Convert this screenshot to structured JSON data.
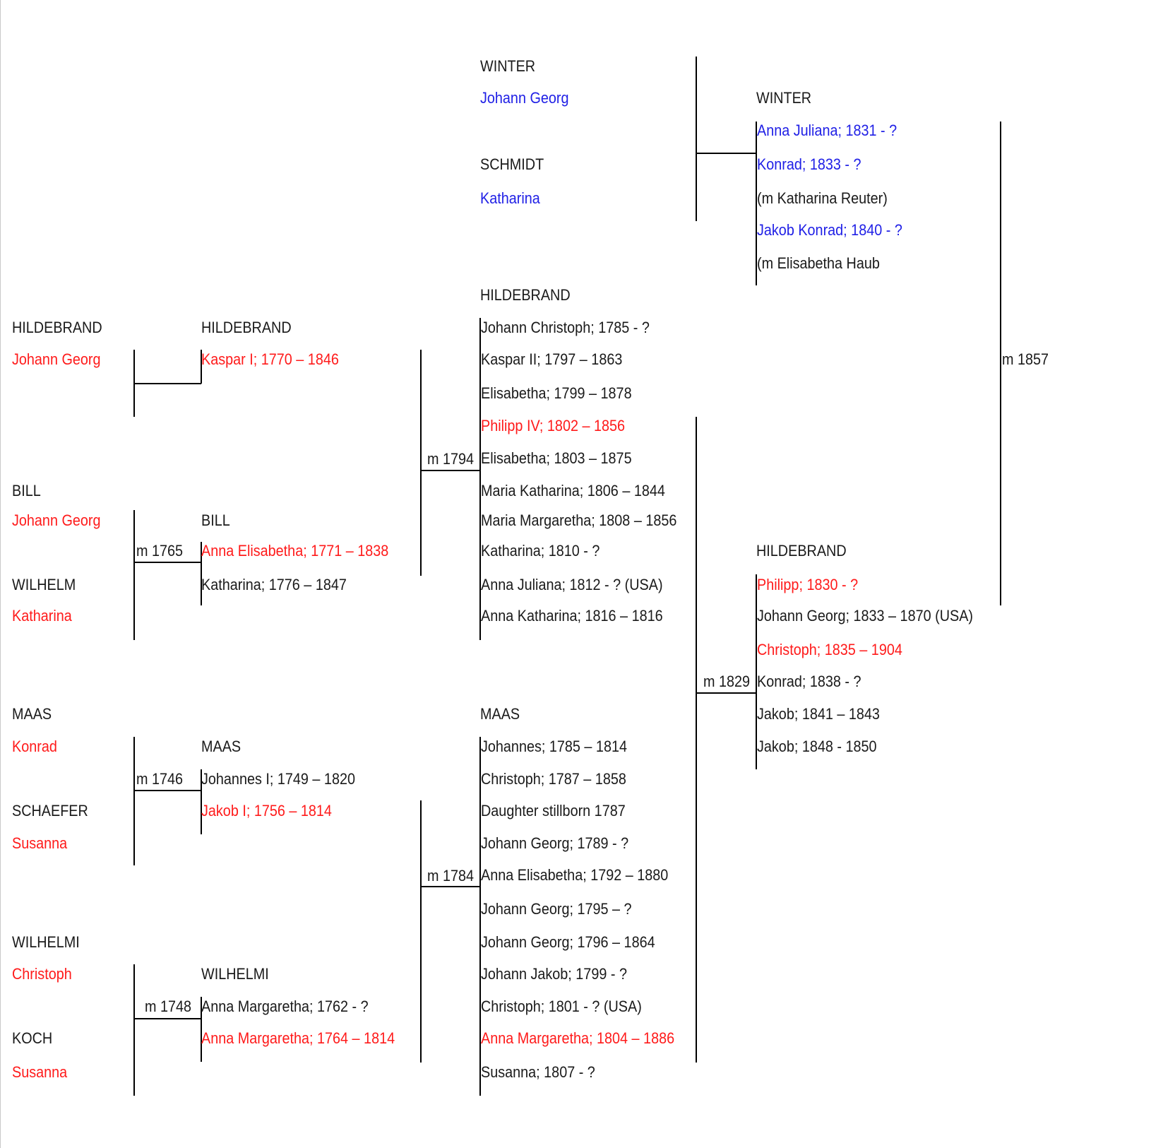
{
  "colors": {
    "text": "#1a1a1a",
    "direct_line": "#ff1a1a",
    "spouse_line": "#2020e6",
    "connector": "#000000"
  },
  "grandparents": {
    "hildebrand": {
      "surname": "HILDEBRAND",
      "given": "Johann Georg"
    },
    "bill": {
      "surname": "BILL",
      "given": "Johann Georg"
    },
    "wilhelm": {
      "surname": "WILHELM",
      "given": "Katharina"
    },
    "maas": {
      "surname": "MAAS",
      "given": "Konrad"
    },
    "schaefer": {
      "surname": "SCHAEFER",
      "given": "Susanna"
    },
    "wilhelmi": {
      "surname": "WILHELMI",
      "given": "Christoph"
    },
    "koch": {
      "surname": "KOCH",
      "given": "Susanna"
    }
  },
  "marriages": {
    "m1765": "m 1765",
    "m1746": "m 1746",
    "m1748": "m 1748",
    "m1794": "m 1794",
    "m1784": "m 1784",
    "m1829": "m 1829",
    "m1857": "m 1857"
  },
  "families": {
    "hildebrand_1": {
      "surname": "HILDEBRAND",
      "children": [
        "Kaspar I; 1770 – 1846"
      ]
    },
    "bill_1": {
      "surname": "BILL",
      "children": [
        "Anna Elisabetha; 1771 – 1838",
        "Katharina; 1776 – 1847"
      ]
    },
    "maas_1": {
      "surname": "MAAS",
      "children": [
        "Johannes I; 1749 – 1820",
        "Jakob I; 1756 – 1814"
      ]
    },
    "wilhelmi_1": {
      "surname": "WILHELMI",
      "children": [
        "Anna Margaretha; 1762 - ?",
        "Anna Margaretha; 1764 – 1814"
      ]
    },
    "winter_parents": {
      "surname_father": "WINTER",
      "given_father": "Johann Georg",
      "surname_mother": "SCHMIDT",
      "given_mother": "Katharina"
    },
    "hildebrand_2": {
      "surname": "HILDEBRAND",
      "children": [
        "Johann Christoph; 1785 - ?",
        "Kaspar II; 1797 – 1863",
        "Elisabetha; 1799 – 1878",
        "Philipp IV; 1802 – 1856",
        "Elisabetha; 1803 – 1875",
        "Maria Katharina; 1806 – 1844",
        "Maria Margaretha; 1808 – 1856",
        "Katharina; 1810 - ?",
        "Anna Juliana; 1812 - ? (USA)",
        "Anna Katharina; 1816 – 1816"
      ]
    },
    "maas_2": {
      "surname": "MAAS",
      "children": [
        "Johannes; 1785 – 1814",
        "Christoph; 1787 – 1858",
        "Daughter stillborn 1787",
        "Johann Georg; 1789 - ?",
        "Anna Elisabetha; 1792 – 1880",
        "Johann Georg; 1795 – ?",
        "Johann Georg; 1796 – 1864",
        "Johann Jakob; 1799 - ?",
        "Christoph; 1801 - ? (USA)",
        "Anna Margaretha; 1804 – 1886",
        "Susanna; 1807 - ?"
      ]
    },
    "winter_children": {
      "surname": "WINTER",
      "children": [
        "Anna Juliana; 1831 - ?",
        "Konrad; 1833 - ?",
        "(m Katharina Reuter)",
        "Jakob Konrad; 1840 - ?",
        "(m Elisabetha Haub"
      ]
    },
    "hildebrand_3": {
      "surname": "HILDEBRAND",
      "children": [
        "Philipp; 1830 - ?",
        "Johann Georg; 1833 – 1870 (USA)",
        "Christoph; 1835 – 1904",
        "Konrad; 1838 - ?",
        "Jakob; 1841 – 1843",
        "Jakob; 1848 - 1850"
      ]
    }
  }
}
